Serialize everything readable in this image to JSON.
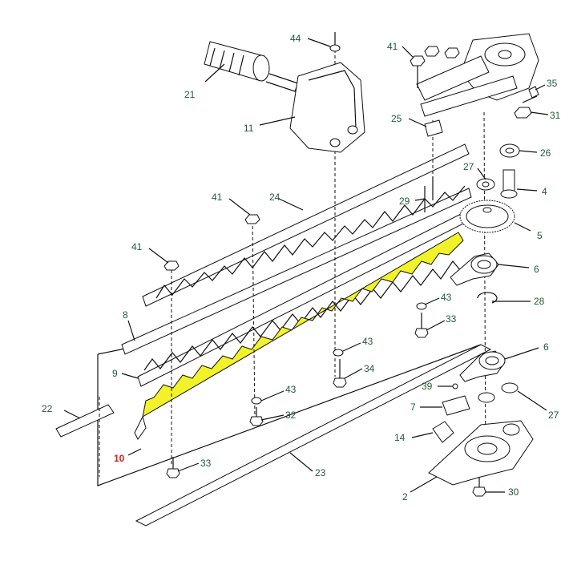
{
  "diagram": {
    "highlight_color": "#f2f22a",
    "highlighted_part": "10",
    "labels": [
      {
        "id": "44",
        "text": "44"
      },
      {
        "id": "41a",
        "text": "41"
      },
      {
        "id": "35",
        "text": "35"
      },
      {
        "id": "31",
        "text": "31"
      },
      {
        "id": "21",
        "text": "21"
      },
      {
        "id": "11",
        "text": "11"
      },
      {
        "id": "25",
        "text": "25"
      },
      {
        "id": "26",
        "text": "26"
      },
      {
        "id": "24",
        "text": "24"
      },
      {
        "id": "27a",
        "text": "27"
      },
      {
        "id": "41b",
        "text": "41"
      },
      {
        "id": "29",
        "text": "29"
      },
      {
        "id": "4",
        "text": "4"
      },
      {
        "id": "41c",
        "text": "41"
      },
      {
        "id": "5",
        "text": "5"
      },
      {
        "id": "6a",
        "text": "6"
      },
      {
        "id": "8",
        "text": "8"
      },
      {
        "id": "43a",
        "text": "43"
      },
      {
        "id": "28",
        "text": "28"
      },
      {
        "id": "33a",
        "text": "33"
      },
      {
        "id": "43b",
        "text": "43"
      },
      {
        "id": "6b",
        "text": "6"
      },
      {
        "id": "9",
        "text": "9"
      },
      {
        "id": "34",
        "text": "34"
      },
      {
        "id": "39",
        "text": "39"
      },
      {
        "id": "43c",
        "text": "43"
      },
      {
        "id": "22",
        "text": "22"
      },
      {
        "id": "7",
        "text": "7"
      },
      {
        "id": "27b",
        "text": "27"
      },
      {
        "id": "32",
        "text": "32"
      },
      {
        "id": "14",
        "text": "14"
      },
      {
        "id": "10",
        "text": "10"
      },
      {
        "id": "33b",
        "text": "33"
      },
      {
        "id": "23",
        "text": "23"
      },
      {
        "id": "2",
        "text": "2"
      },
      {
        "id": "30",
        "text": "30"
      }
    ]
  }
}
